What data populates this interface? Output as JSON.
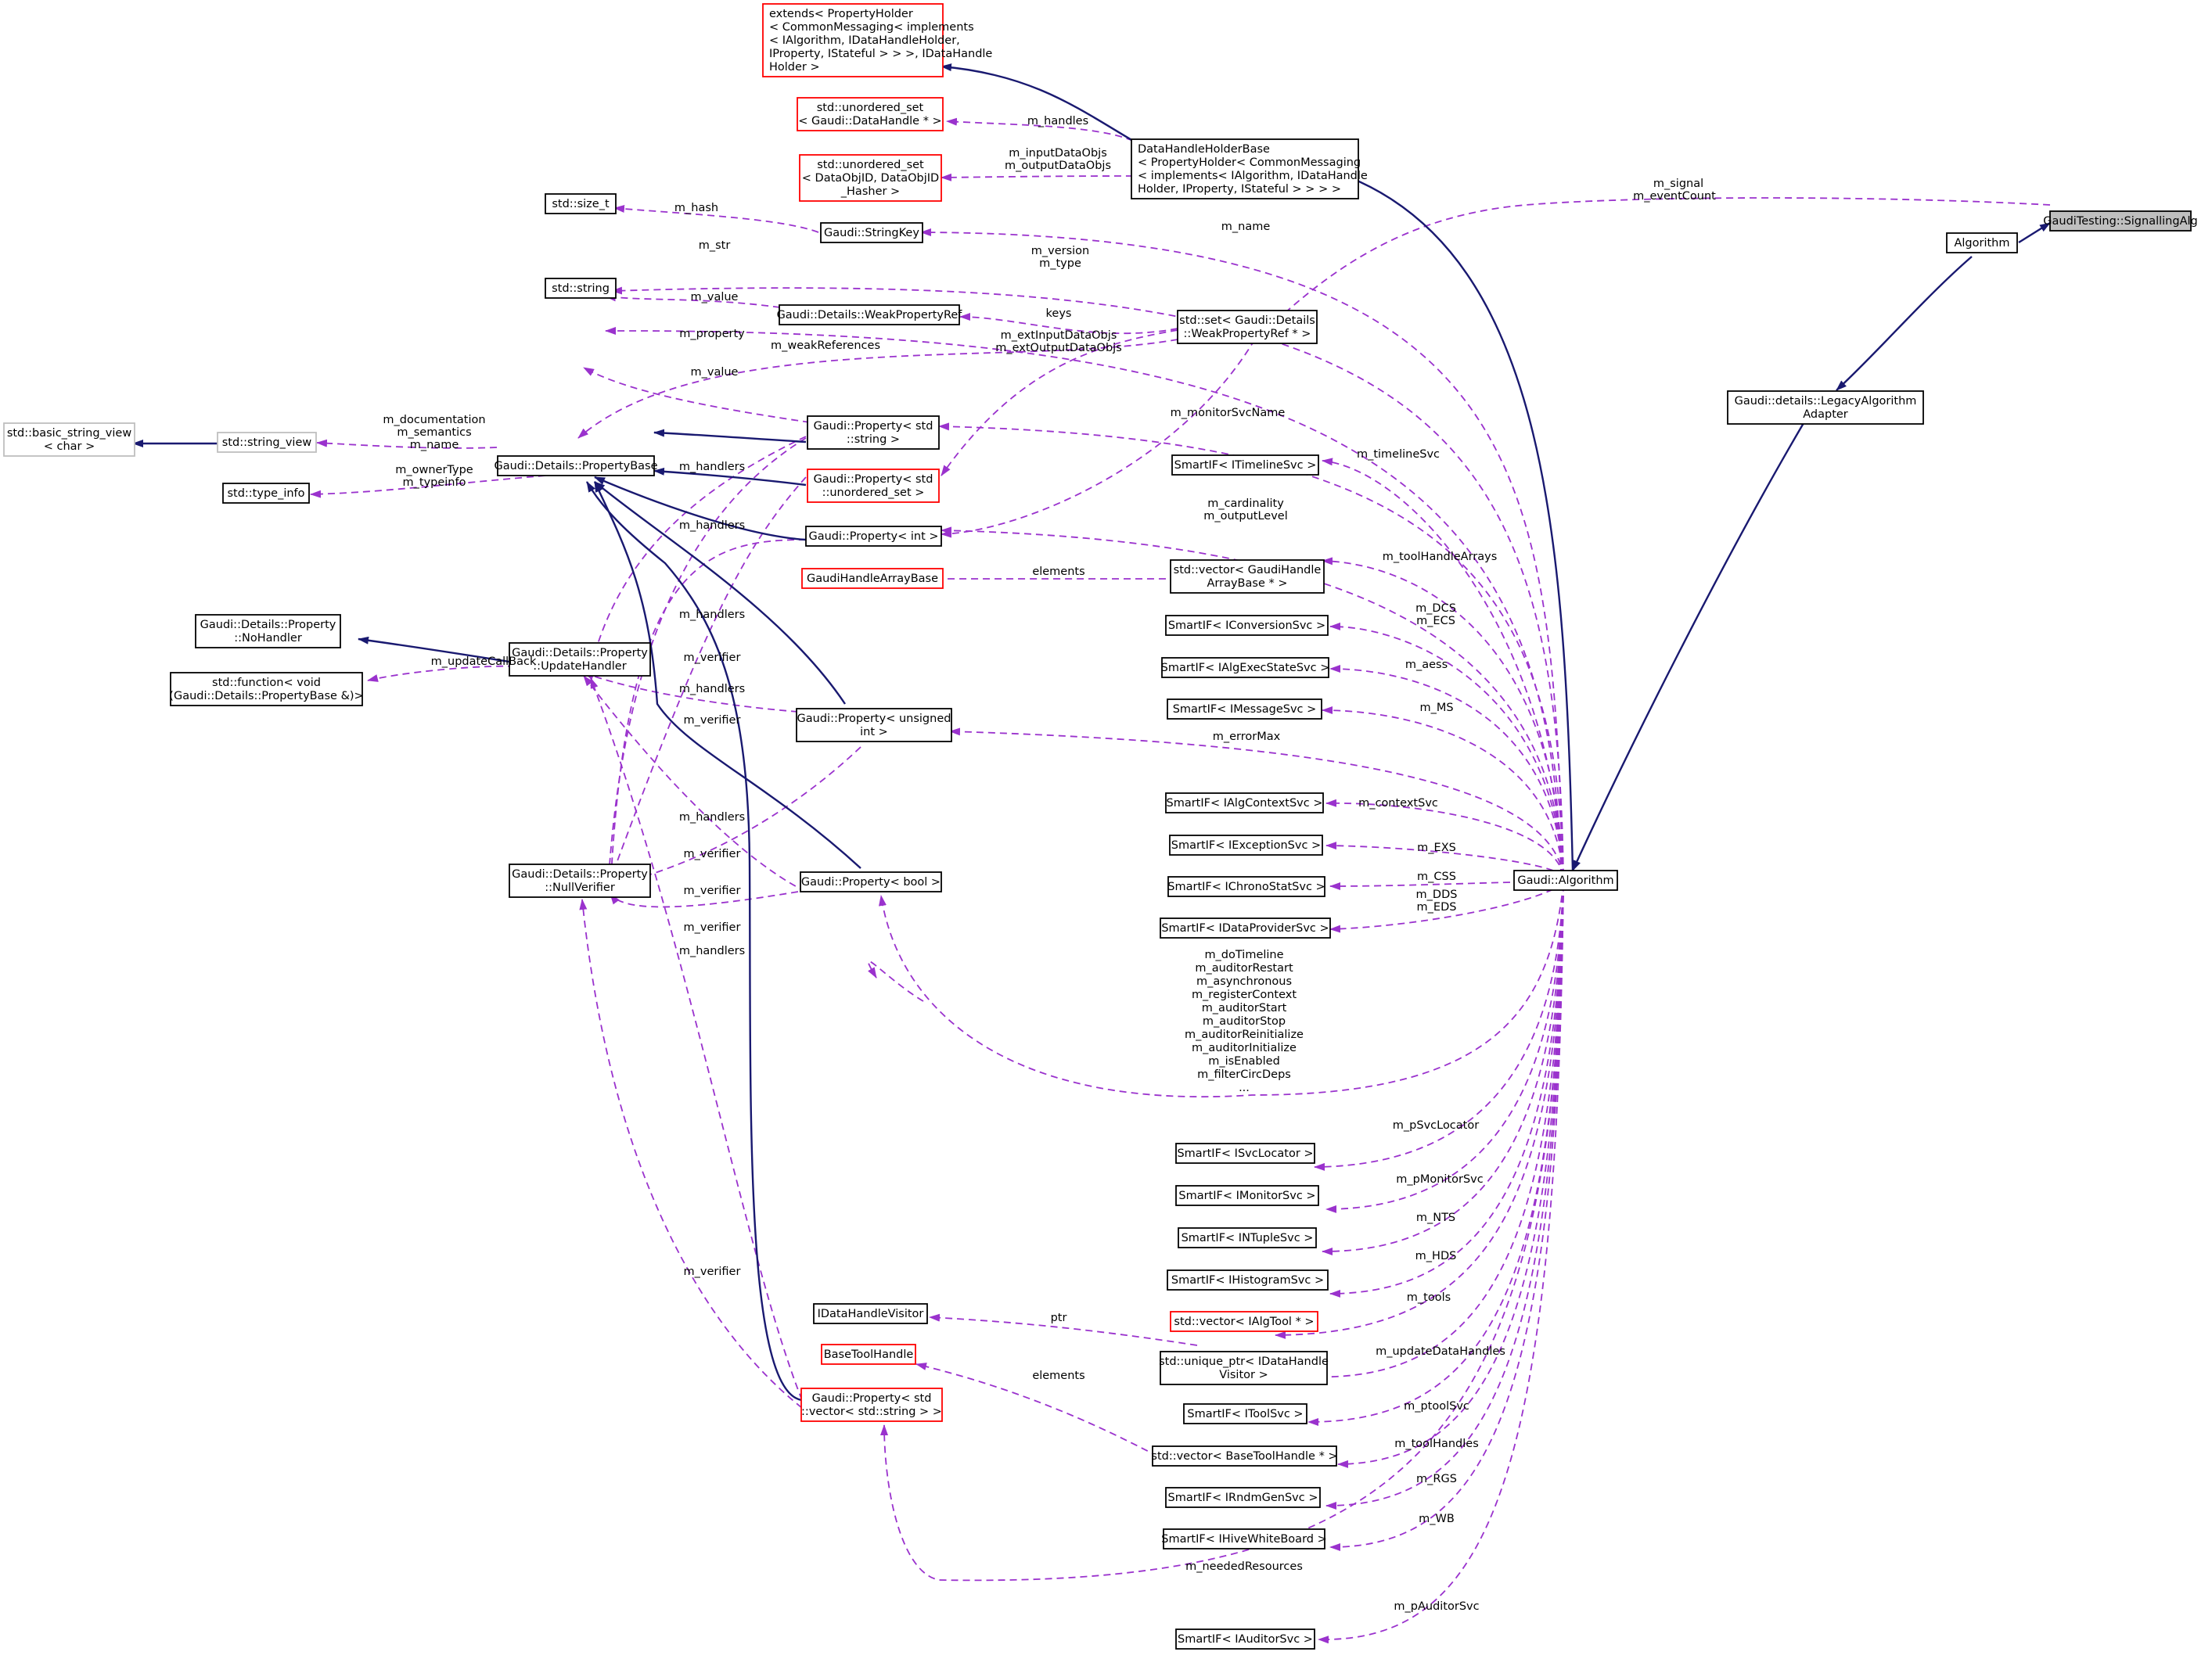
{
  "diagram": {
    "nodes": [
      {
        "id": "signalling",
        "lines": [
          "GaudiTesting::SignallingAlg"
        ],
        "style": "highlight"
      },
      {
        "id": "algorithm",
        "lines": [
          "Algorithm"
        ],
        "style": "normal"
      },
      {
        "id": "legacy",
        "lines": [
          "Gaudi::details::LegacyAlgorithm",
          "Adapter"
        ],
        "style": "normal"
      },
      {
        "id": "gaudialg",
        "lines": [
          "Gaudi::Algorithm"
        ],
        "style": "normal"
      },
      {
        "id": "extends",
        "lines": [
          "extends< PropertyHolder",
          "< CommonMessaging< implements",
          "< IAlgorithm, IDataHandleHolder,",
          "IProperty, IStateful > > >, IDataHandle",
          "Holder >"
        ],
        "style": "red"
      },
      {
        "id": "dhhb",
        "lines": [
          "DataHandleHolderBase",
          "< PropertyHolder< CommonMessaging",
          "< implements< IAlgorithm, IDataHandle",
          "Holder, IProperty, IStateful > > > >"
        ],
        "style": "normal"
      },
      {
        "id": "uset_dh",
        "lines": [
          "std::unordered_set",
          "< Gaudi::DataHandle * >"
        ],
        "style": "red"
      },
      {
        "id": "uset_dobj",
        "lines": [
          "std::unordered_set",
          "< DataObjID, DataObjID",
          "_Hasher >"
        ],
        "style": "red"
      },
      {
        "id": "size_t",
        "lines": [
          "std::size_t"
        ],
        "style": "normal"
      },
      {
        "id": "stringkey",
        "lines": [
          "Gaudi::StringKey"
        ],
        "style": "normal"
      },
      {
        "id": "string",
        "lines": [
          "std::string"
        ],
        "style": "normal"
      },
      {
        "id": "wpr",
        "lines": [
          "Gaudi::Details::WeakPropertyRef"
        ],
        "style": "normal"
      },
      {
        "id": "set_wpr",
        "lines": [
          "std::set< Gaudi::Details",
          "::WeakPropertyRef * >"
        ],
        "style": "normal"
      },
      {
        "id": "bsv",
        "lines": [
          "std::basic_string_view",
          "< char >"
        ],
        "style": "grey"
      },
      {
        "id": "sv",
        "lines": [
          "std::string_view"
        ],
        "style": "grey"
      },
      {
        "id": "propbase",
        "lines": [
          "Gaudi::Details::PropertyBase"
        ],
        "style": "normal"
      },
      {
        "id": "typeinfo",
        "lines": [
          "std::type_info"
        ],
        "style": "normal"
      },
      {
        "id": "prop_string",
        "lines": [
          "Gaudi::Property< std",
          "::string >"
        ],
        "style": "normal"
      },
      {
        "id": "prop_uset",
        "lines": [
          "Gaudi::Property< std",
          "::unordered_set >"
        ],
        "style": "red"
      },
      {
        "id": "prop_int",
        "lines": [
          "Gaudi::Property< int >"
        ],
        "style": "normal"
      },
      {
        "id": "ghab",
        "lines": [
          "GaudiHandleArrayBase"
        ],
        "style": "red"
      },
      {
        "id": "nohandler",
        "lines": [
          "Gaudi::Details::Property",
          "::NoHandler"
        ],
        "style": "normal"
      },
      {
        "id": "updatehandler",
        "lines": [
          "Gaudi::Details::Property",
          "::UpdateHandler"
        ],
        "style": "normal"
      },
      {
        "id": "function",
        "lines": [
          "std::function< void",
          "(Gaudi::Details::PropertyBase &)>"
        ],
        "style": "normal"
      },
      {
        "id": "prop_uint",
        "lines": [
          "Gaudi::Property< unsigned",
          "int >"
        ],
        "style": "normal"
      },
      {
        "id": "nullverifier",
        "lines": [
          "Gaudi::Details::Property",
          "::NullVerifier"
        ],
        "style": "normal"
      },
      {
        "id": "prop_bool",
        "lines": [
          "Gaudi::Property< bool >"
        ],
        "style": "normal"
      },
      {
        "id": "sif_timeline",
        "lines": [
          "SmartIF< ITimelineSvc >"
        ],
        "style": "normal"
      },
      {
        "id": "vec_ghab",
        "lines": [
          "std::vector< GaudiHandle",
          "ArrayBase * >"
        ],
        "style": "normal"
      },
      {
        "id": "sif_conv",
        "lines": [
          "SmartIF< IConversionSvc >"
        ],
        "style": "normal"
      },
      {
        "id": "sif_aess",
        "lines": [
          "SmartIF< IAlgExecStateSvc >"
        ],
        "style": "normal"
      },
      {
        "id": "sif_msg",
        "lines": [
          "SmartIF< IMessageSvc >"
        ],
        "style": "normal"
      },
      {
        "id": "sif_ctx",
        "lines": [
          "SmartIF< IAlgContextSvc >"
        ],
        "style": "normal"
      },
      {
        "id": "sif_exc",
        "lines": [
          "SmartIF< IExceptionSvc >"
        ],
        "style": "normal"
      },
      {
        "id": "sif_chrono",
        "lines": [
          "SmartIF< IChronoStatSvc >"
        ],
        "style": "normal"
      },
      {
        "id": "sif_dp",
        "lines": [
          "SmartIF< IDataProviderSvc >"
        ],
        "style": "normal"
      },
      {
        "id": "sif_svcloc",
        "lines": [
          "SmartIF< ISvcLocator >"
        ],
        "style": "normal"
      },
      {
        "id": "sif_mon",
        "lines": [
          "SmartIF< IMonitorSvc >"
        ],
        "style": "normal"
      },
      {
        "id": "sif_ntuple",
        "lines": [
          "SmartIF< INTupleSvc >"
        ],
        "style": "normal"
      },
      {
        "id": "sif_hist",
        "lines": [
          "SmartIF< IHistogramSvc >"
        ],
        "style": "normal"
      },
      {
        "id": "vec_algtool",
        "lines": [
          "std::vector< IAlgTool * >"
        ],
        "style": "red"
      },
      {
        "id": "dhvisitor",
        "lines": [
          "IDataHandleVisitor"
        ],
        "style": "normal"
      },
      {
        "id": "uptr_dhv",
        "lines": [
          "std::unique_ptr< IDataHandle",
          "Visitor >"
        ],
        "style": "normal"
      },
      {
        "id": "btoolhandle",
        "lines": [
          "BaseToolHandle"
        ],
        "style": "red"
      },
      {
        "id": "prop_vecstr",
        "lines": [
          "Gaudi::Property< std",
          "::vector< std::string > >"
        ],
        "style": "red"
      },
      {
        "id": "sif_tool",
        "lines": [
          "SmartIF< IToolSvc >"
        ],
        "style": "normal"
      },
      {
        "id": "vec_bth",
        "lines": [
          "std::vector< BaseToolHandle * >"
        ],
        "style": "normal"
      },
      {
        "id": "sif_rndm",
        "lines": [
          "SmartIF< IRndmGenSvc >"
        ],
        "style": "normal"
      },
      {
        "id": "sif_wb",
        "lines": [
          "SmartIF< IHiveWhiteBoard >"
        ],
        "style": "normal"
      },
      {
        "id": "sif_auditor",
        "lines": [
          "SmartIF< IAuditorSvc >"
        ],
        "style": "normal"
      }
    ],
    "edges": [
      {
        "kind": "inherit",
        "from": "algorithm",
        "to": "signalling"
      },
      {
        "kind": "inherit",
        "from": "legacy",
        "to": "algorithm"
      },
      {
        "kind": "inherit",
        "from": "gaudialg",
        "to": "legacy"
      },
      {
        "kind": "inherit",
        "from": "dhhb",
        "to": "gaudialg"
      },
      {
        "kind": "inherit",
        "from": "extends",
        "to": "dhhb"
      },
      {
        "kind": "inherit",
        "from": "sv",
        "to": "bsv"
      },
      {
        "kind": "inherit",
        "from": "propbase",
        "to": "prop_string"
      },
      {
        "kind": "inherit",
        "from": "propbase",
        "to": "prop_uset"
      },
      {
        "kind": "inherit",
        "from": "propbase",
        "to": "prop_int"
      },
      {
        "kind": "inherit",
        "from": "propbase",
        "to": "prop_uint"
      },
      {
        "kind": "inherit",
        "from": "propbase",
        "to": "prop_bool"
      },
      {
        "kind": "inherit",
        "from": "propbase",
        "to": "prop_vecstr"
      },
      {
        "kind": "inherit",
        "from": "nohandler",
        "to": "updatehandler"
      }
    ],
    "edge_labels": [
      "m_signal",
      "m_eventCount",
      "m_handles",
      "m_inputDataObjs",
      "m_outputDataObjs",
      "m_hash",
      "m_name",
      "m_str",
      "m_version",
      "m_type",
      "m_value",
      "keys",
      "m_property",
      "m_weakReferences",
      "m_extInputDataObjs",
      "m_extOutputDataObjs",
      "m_value",
      "m_documentation",
      "m_semantics",
      "m_name",
      "m_monitorSvcName",
      "m_handlers",
      "m_ownerType",
      "m_typeinfo",
      "m_timelineSvc",
      "m_cardinality",
      "m_outputLevel",
      "m_handlers",
      "m_toolHandleArrays",
      "elements",
      "m_handlers",
      "m_DCS",
      "m_ECS",
      "m_updateCallBack",
      "m_verifier",
      "m_aess",
      "m_handlers",
      "m_MS",
      "m_verifier",
      "m_errorMax",
      "m_contextSvc",
      "m_handlers",
      "m_EXS",
      "m_verifier",
      "m_CSS",
      "m_verifier",
      "m_DDS",
      "m_EDS",
      "m_verifier",
      "m_handlers",
      "m_doTimeline",
      "m_auditorRestart",
      "m_asynchronous",
      "m_registerContext",
      "m_auditorStart",
      "m_auditorStop",
      "m_auditorReinitialize",
      "m_auditorInitialize",
      "m_isEnabled",
      "m_filterCircDeps",
      "...",
      "m_pSvcLocator",
      "m_pMonitorSvc",
      "m_NTS",
      "m_HDS",
      "m_verifier",
      "m_tools",
      "ptr",
      "m_updateDataHandles",
      "elements",
      "m_ptoolSvc",
      "m_toolHandles",
      "m_RGS",
      "m_WB",
      "m_neededResources",
      "m_pAuditorSvc"
    ]
  }
}
